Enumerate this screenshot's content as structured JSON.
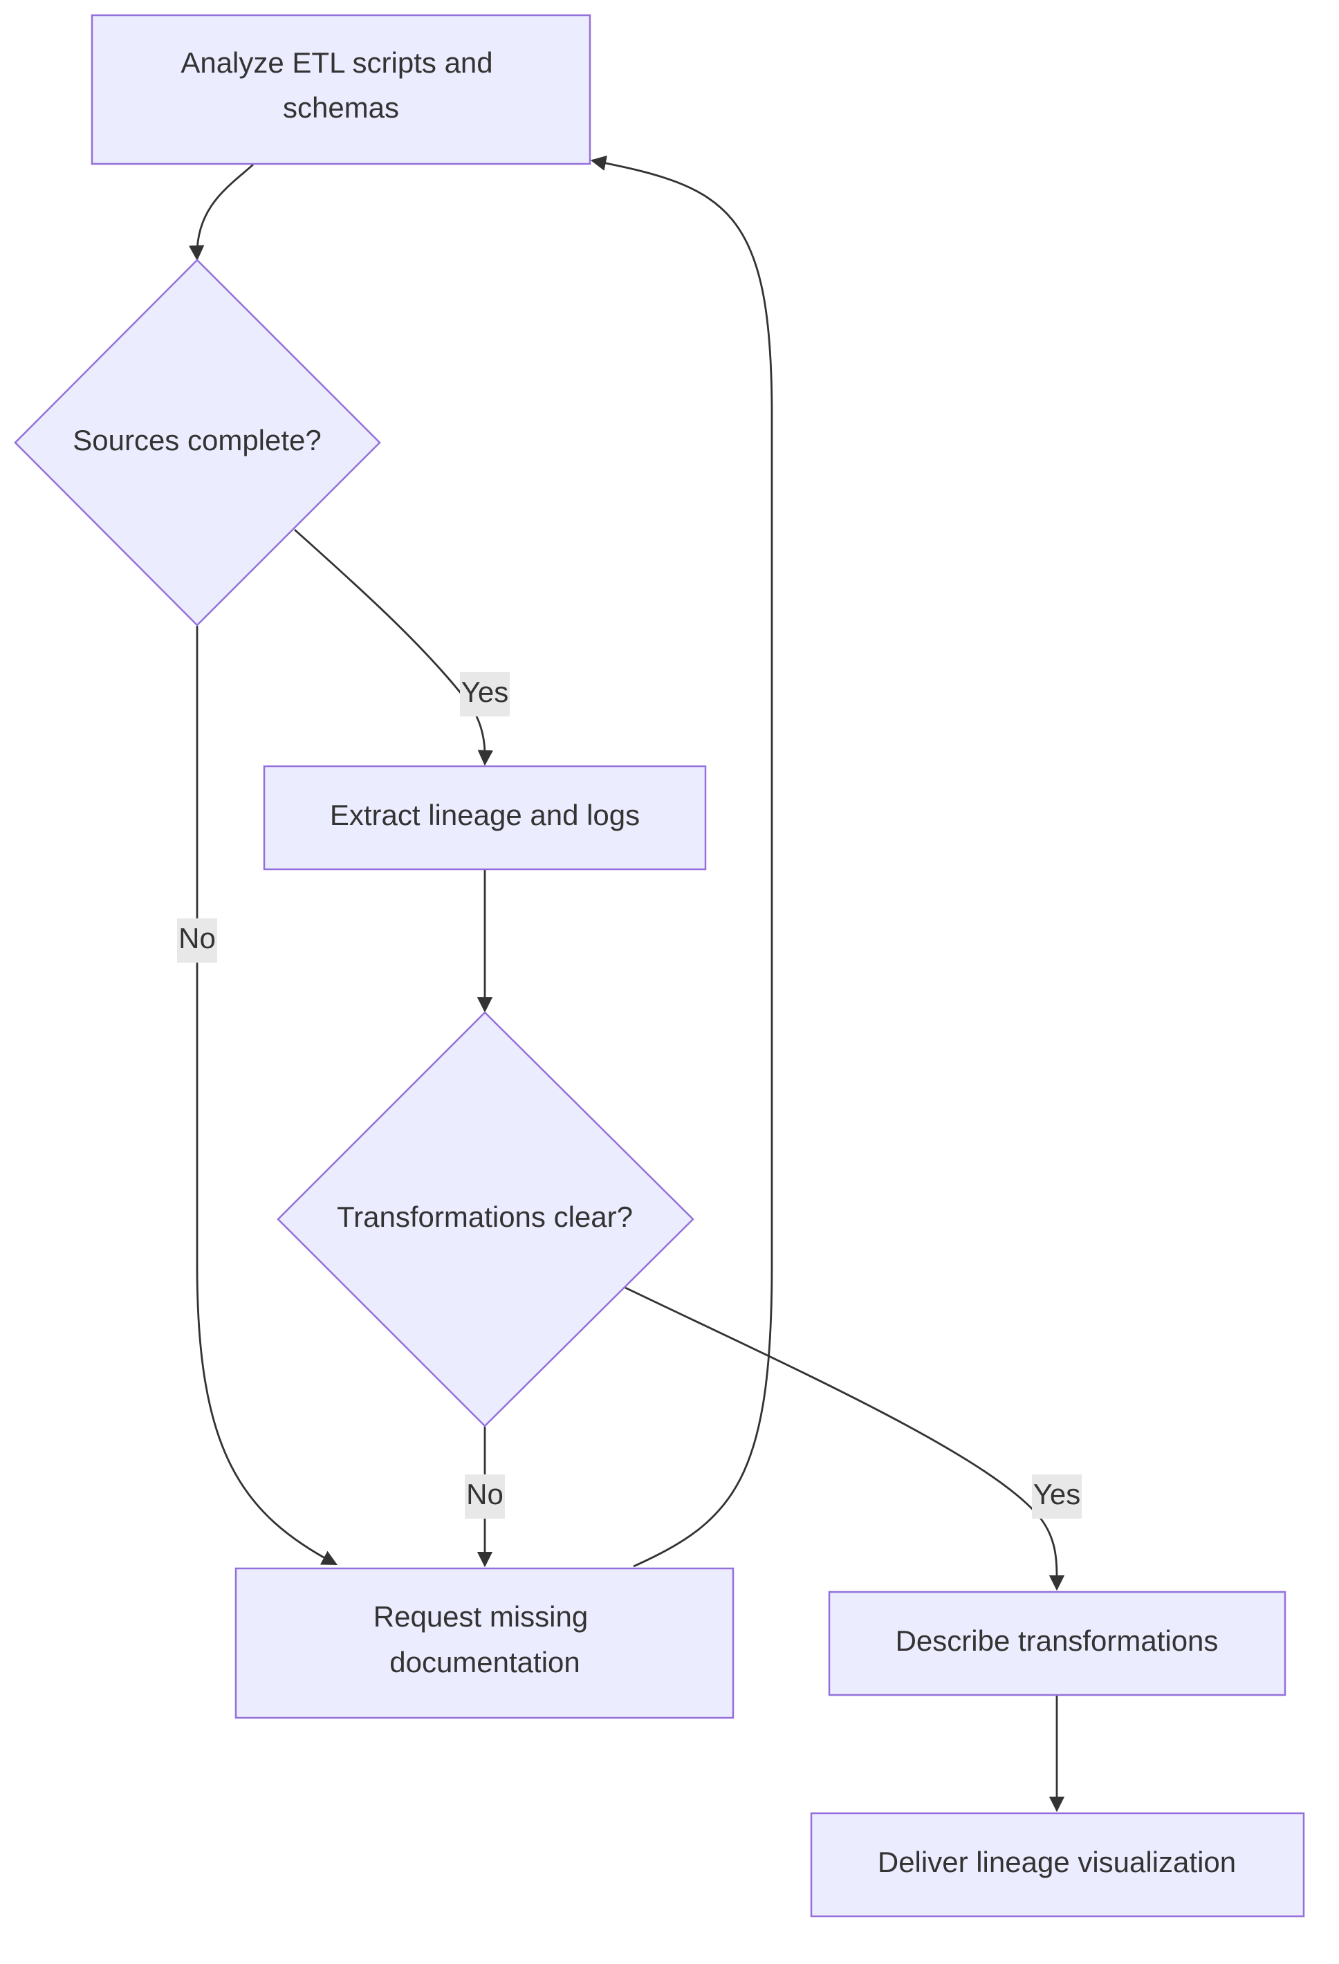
{
  "diagram": {
    "type": "flowchart",
    "nodes": {
      "analyze": {
        "shape": "rect",
        "lines": [
          "Analyze ETL scripts and",
          "schemas"
        ]
      },
      "sources": {
        "shape": "diamond",
        "lines": [
          "Sources complete?"
        ]
      },
      "extract": {
        "shape": "rect",
        "lines": [
          "Extract lineage and logs"
        ]
      },
      "transform_q": {
        "shape": "diamond",
        "lines": [
          "Transformations clear?"
        ]
      },
      "request": {
        "shape": "rect",
        "lines": [
          "Request missing",
          "documentation"
        ]
      },
      "describe": {
        "shape": "rect",
        "lines": [
          "Describe transformations"
        ]
      },
      "deliver": {
        "shape": "rect",
        "lines": [
          "Deliver lineage visualization"
        ]
      }
    },
    "edges": [
      {
        "from": "analyze",
        "to": "sources",
        "label": ""
      },
      {
        "from": "sources",
        "to": "extract",
        "label": "Yes"
      },
      {
        "from": "sources",
        "to": "request",
        "label": "No"
      },
      {
        "from": "extract",
        "to": "transform_q",
        "label": ""
      },
      {
        "from": "transform_q",
        "to": "request",
        "label": "No"
      },
      {
        "from": "transform_q",
        "to": "describe",
        "label": "Yes"
      },
      {
        "from": "request",
        "to": "analyze",
        "label": ""
      },
      {
        "from": "describe",
        "to": "deliver",
        "label": ""
      }
    ],
    "colors": {
      "node_fill": "#ECECFF",
      "node_stroke": "#9370DB",
      "edge": "#333333",
      "text": "#333333",
      "edge_label_bg": "#e8e8e8"
    }
  }
}
